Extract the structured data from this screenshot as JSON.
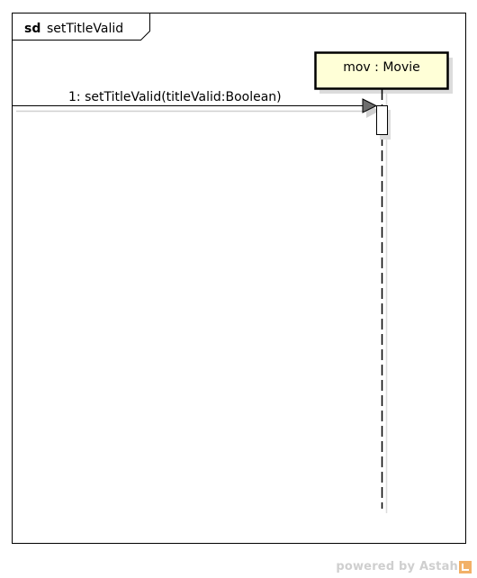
{
  "frame": {
    "keyword": "sd",
    "name": "setTitleValid"
  },
  "lifeline": {
    "label": "mov : Movie",
    "fill_color": "#ffffd7"
  },
  "message": {
    "label": "1: setTitleValid(titleValid:Boolean)"
  },
  "watermark": {
    "text": "powered by Astah"
  }
}
